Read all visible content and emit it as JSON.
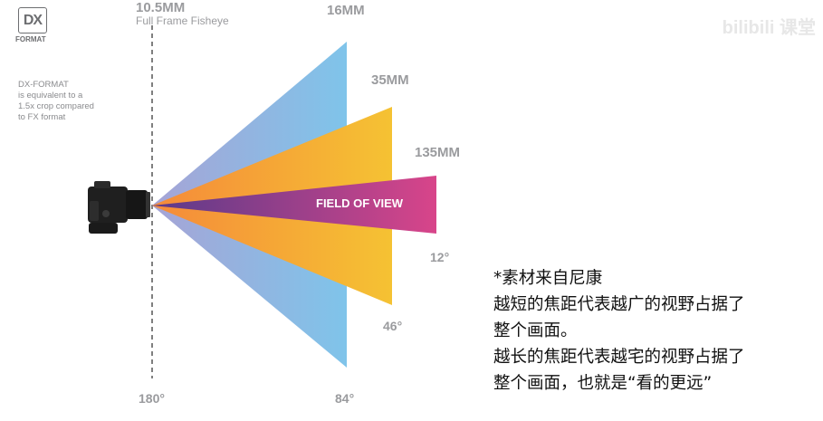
{
  "logo": {
    "mark": "DX",
    "sub": "FORMAT"
  },
  "dx_note": [
    "DX-FORMAT",
    "is equivalent to a",
    "1.5x crop compared",
    "to FX format"
  ],
  "lens_10_5": {
    "focal": "10.5MM",
    "name": "Full Frame Fisheye",
    "angle": "180°"
  },
  "lens_16": {
    "focal": "16MM",
    "angle": "84°"
  },
  "lens_35": {
    "focal": "35MM",
    "angle": "46°"
  },
  "lens_135": {
    "focal": "135MM",
    "angle": "12°"
  },
  "fov_label": "FIELD OF VIEW",
  "watermark": "bilibili 课堂",
  "caption": [
    "*素材来自尼康",
    "越短的焦距代表越广的视野占据了",
    "整个画面。",
    "越长的焦距代表越宅的视野占据了",
    "整个画面，也就是“看的更远”"
  ],
  "colors": {
    "wedge_16": [
      "#a6a4d6",
      "#7fc4ea"
    ],
    "wedge_35": [
      "#f58a3a",
      "#f5c233"
    ],
    "wedge_135": [
      "#6f3a8a",
      "#d8458a"
    ],
    "text_gray": "#9a9b9e"
  },
  "icons": {
    "camera": "camera-icon"
  }
}
